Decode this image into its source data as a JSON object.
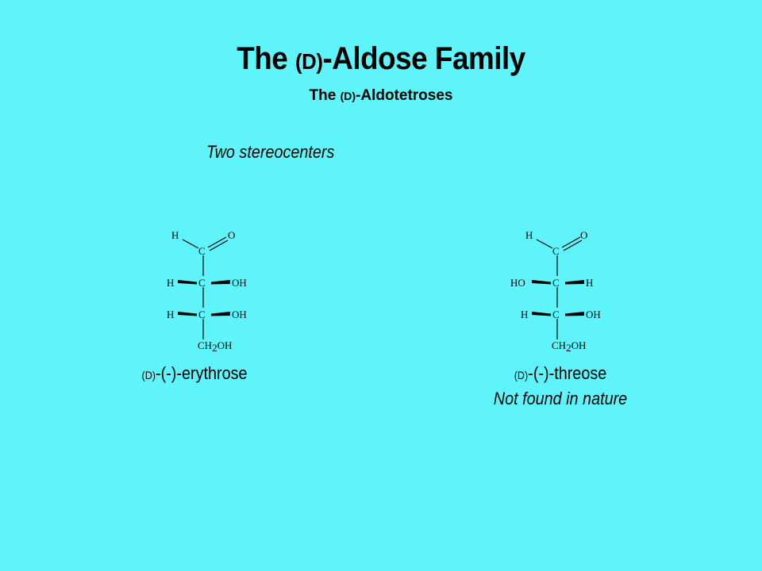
{
  "header": {
    "title_pre": "The ",
    "title_d": "(D)",
    "title_post": "-Aldose Family",
    "subtitle_pre": "The ",
    "subtitle_d": "(D)",
    "subtitle_post": "-Aldotetroses"
  },
  "stereocenters_note": "Two stereocenters",
  "erythrose": {
    "labels": {
      "aldehyde_h": "H",
      "aldehyde_o": "O",
      "c1": "C",
      "c2": "C",
      "c2_left": "H",
      "c2_right": "OH",
      "c3": "C",
      "c3_left": "H",
      "c3_right": "OH",
      "ch2": "CH",
      "ch2_sub": "2",
      "ch2_oh": "OH"
    },
    "caption_d": "(D)",
    "caption_name": "-(-)-erythrose"
  },
  "threose": {
    "labels": {
      "aldehyde_h": "H",
      "aldehyde_o": "O",
      "c1": "C",
      "c2": "C",
      "c2_left": "HO",
      "c2_right": "H",
      "c3": "C",
      "c3_left": "H",
      "c3_right": "OH",
      "ch2": "CH",
      "ch2_sub": "2",
      "ch2_oh": "OH"
    },
    "caption_d": "(D)",
    "caption_name": "-(-)-threose",
    "note": "Not found in nature"
  }
}
